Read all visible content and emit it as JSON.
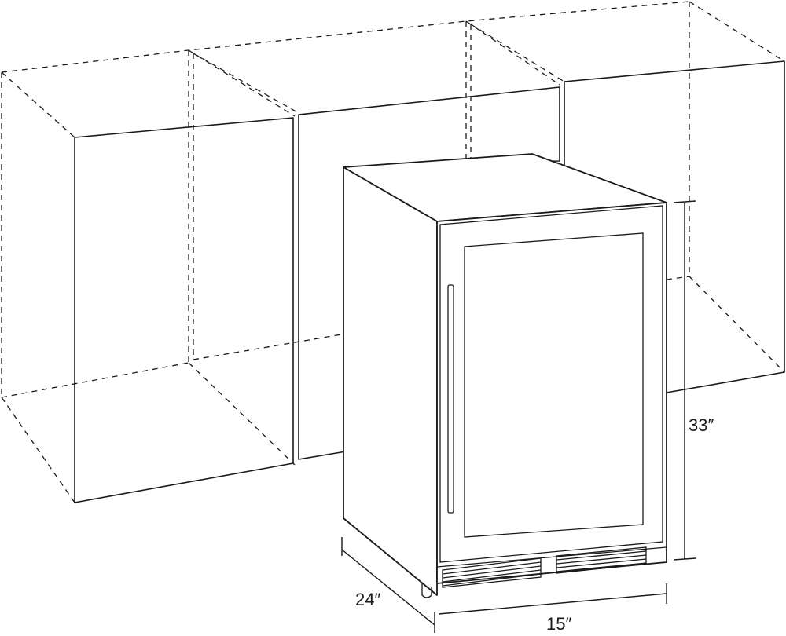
{
  "dimensions": {
    "height": "33″",
    "depth": "24″",
    "width": "15″"
  }
}
